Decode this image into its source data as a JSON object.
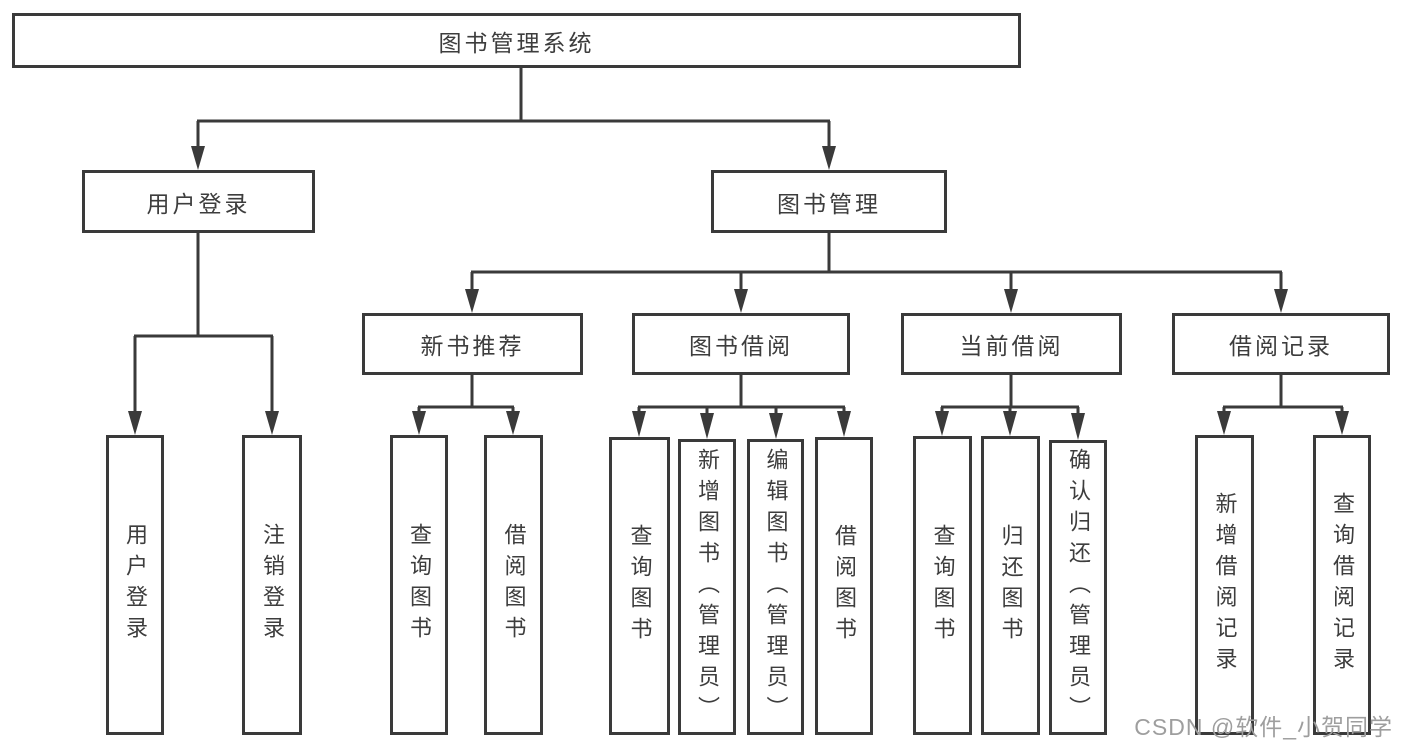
{
  "diagram": {
    "root": {
      "label": "图书管理系统"
    },
    "level2": [
      {
        "id": "user-login",
        "label": "用户登录"
      },
      {
        "id": "book-management",
        "label": "图书管理"
      }
    ],
    "level3": [
      {
        "id": "new-book-recommend",
        "label": "新书推荐",
        "parent": "图书管理"
      },
      {
        "id": "book-borrowing",
        "label": "图书借阅",
        "parent": "图书管理"
      },
      {
        "id": "current-borrowing",
        "label": "当前借阅",
        "parent": "图书管理"
      },
      {
        "id": "borrowing-records",
        "label": "借阅记录",
        "parent": "图书管理"
      }
    ],
    "leaves": {
      "user_login": [
        {
          "label": "用户登录"
        },
        {
          "label": "注销登录"
        }
      ],
      "new_book_recommend": [
        {
          "label": "查询图书"
        },
        {
          "label": "借阅图书"
        }
      ],
      "book_borrowing": [
        {
          "label": "查询图书"
        },
        {
          "label": "新增图书（管理员）"
        },
        {
          "label": "编辑图书（管理员）"
        },
        {
          "label": "借阅图书"
        }
      ],
      "current_borrowing": [
        {
          "label": "查询图书"
        },
        {
          "label": "归还图书"
        },
        {
          "label": "确认归还（管理员）"
        }
      ],
      "borrowing_records": [
        {
          "label": "新增借阅记录"
        },
        {
          "label": "查询借阅记录"
        }
      ]
    },
    "hierarchy": {
      "图书管理系统": [
        "用户登录",
        "图书管理"
      ],
      "用户登录": [
        "用户登录",
        "注销登录"
      ],
      "图书管理": [
        "新书推荐",
        "图书借阅",
        "当前借阅",
        "借阅记录"
      ],
      "新书推荐": [
        "查询图书",
        "借阅图书"
      ],
      "图书借阅": [
        "查询图书",
        "新增图书（管理员）",
        "编辑图书（管理员）",
        "借阅图书"
      ],
      "当前借阅": [
        "查询图书",
        "归还图书",
        "确认归还（管理员）"
      ],
      "借阅记录": [
        "新增借阅记录",
        "查询借阅记录"
      ]
    }
  },
  "watermark": {
    "text": "CSDN @软件_小贺同学"
  },
  "colors": {
    "line": "#3a3a3a",
    "text": "#3d3d3d",
    "background": "#ffffff",
    "watermark": "#9e9e9e"
  }
}
